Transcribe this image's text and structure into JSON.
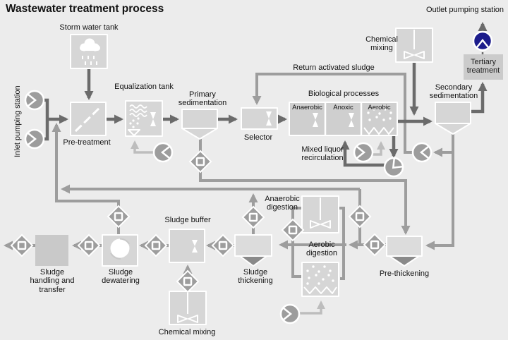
{
  "title": "Wastewater treatment process",
  "colors": {
    "background": "#ececec",
    "tank_fill": "#d6d6d6",
    "flow_dark": "#6b6b6b",
    "flow_mid": "#9d9d9d",
    "flow_air": "#bdbdbd",
    "funnel_dark": "#8a8a8a",
    "outlet_pump_blue": "#1d1d8c"
  },
  "labels": {
    "storm_water_tank": "Storm water tank",
    "inlet_pumping_station": "Inlet pumping station",
    "pre_treatment": "Pre-treatment",
    "equalization_tank": "Equalization tank",
    "primary_sedimentation": "Primary sedimentation",
    "selector": "Selector",
    "return_activated_sludge": "Return activated sludge",
    "biological_processes": "Biological processes",
    "anaerobic": "Anaerobic",
    "anoxic": "Anoxic",
    "aerobic": "Aerobic",
    "chemical_mixing_top": "Chemical mixing",
    "outlet_pumping_station": "Outlet pumping station",
    "tertiary_treatment": "Tertiary treatment",
    "secondary_sedimentation": "Secondary sedimentation",
    "mixed_liquor_recirculation": "Mixed liquor recirculation",
    "anaerobic_digestion": "Anaerobic digestion",
    "aerobic_digestion": "Aerobic digestion",
    "pre_thickening": "Pre-thickening",
    "sludge_thickening": "Sludge thickening",
    "sludge_buffer": "Sludge buffer",
    "sludge_dewatering": "Sludge dewatering",
    "sludge_handling_transfer": "Sludge handling and transfer",
    "chemical_mixing_bottom": "Chemical mixing"
  }
}
